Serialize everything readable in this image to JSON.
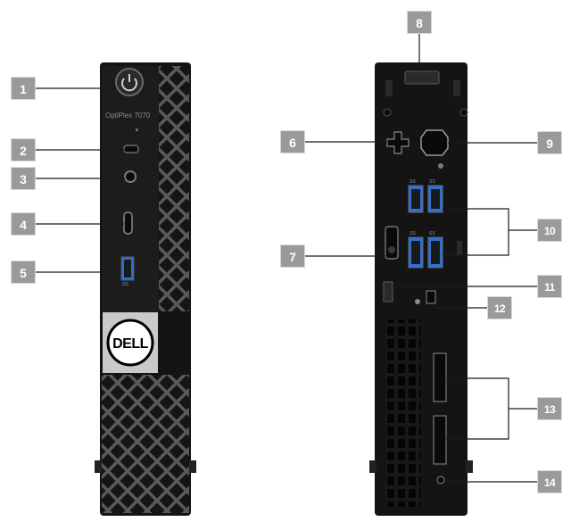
{
  "front_panel": {
    "model_text": "OptiPlex 7070",
    "usb_text": "SS",
    "logo_text": "DELL"
  },
  "rear_panel": {
    "usb_labels": [
      "SS",
      "SS",
      "SS",
      "SS"
    ]
  },
  "callouts": [
    {
      "id": "callout-1",
      "text": "1"
    },
    {
      "id": "callout-2",
      "text": "2"
    },
    {
      "id": "callout-3",
      "text": "3"
    },
    {
      "id": "callout-4",
      "text": "4"
    },
    {
      "id": "callout-5",
      "text": "5"
    },
    {
      "id": "callout-6",
      "text": "6"
    },
    {
      "id": "callout-7",
      "text": "7"
    },
    {
      "id": "callout-8",
      "text": "8"
    },
    {
      "id": "callout-9",
      "text": "9"
    },
    {
      "id": "callout-10",
      "text": "10"
    },
    {
      "id": "callout-11",
      "text": "11"
    },
    {
      "id": "callout-12",
      "text": "12"
    },
    {
      "id": "callout-13",
      "text": "13"
    },
    {
      "id": "callout-14",
      "text": "14"
    }
  ],
  "colors": {
    "chassis": "#151515",
    "mesh_line": "#4a4a4a",
    "callout_bg": "#9a9a9a",
    "usb_blue": "#2f6fd6",
    "leader_line": "#1a1a1a"
  }
}
